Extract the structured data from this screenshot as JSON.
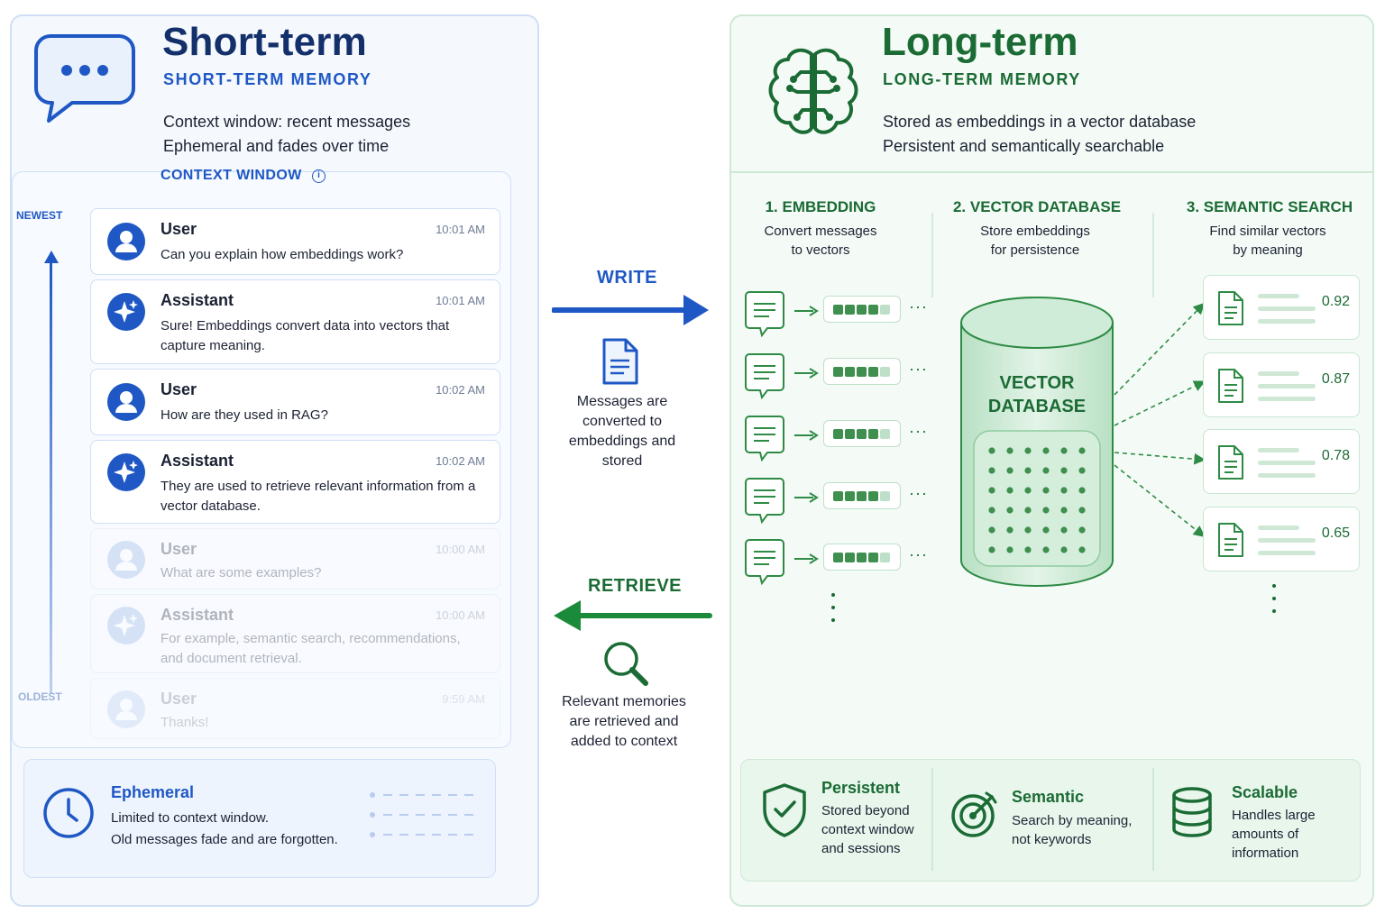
{
  "short_term": {
    "title": "Short-term",
    "subtitle": "SHORT-TERM MEMORY",
    "desc_1": "Context window: recent messages",
    "desc_2": "Ephemeral and fades over time",
    "context_label": "CONTEXT WINDOW",
    "axis_newest": "NEWEST",
    "axis_oldest": "OLDEST",
    "messages": [
      {
        "role": "User",
        "time": "10:01 AM",
        "text": "Can you explain how embeddings work?",
        "icon": "user-icon"
      },
      {
        "role": "Assistant",
        "time": "10:01 AM",
        "text": "Sure! Embeddings convert data into vectors that capture meaning.",
        "icon": "sparkle-icon"
      },
      {
        "role": "User",
        "time": "10:02 AM",
        "text": "How are they used in RAG?",
        "icon": "user-icon"
      },
      {
        "role": "Assistant",
        "time": "10:02 AM",
        "text": "They are used to retrieve relevant information from a vector database.",
        "icon": "sparkle-icon"
      },
      {
        "role": "User",
        "time": "10:00 AM",
        "text": "What are some examples?",
        "icon": "user-icon"
      },
      {
        "role": "Assistant",
        "time": "10:00 AM",
        "text": "For example, semantic search, recommendations, and document retrieval.",
        "icon": "sparkle-icon"
      },
      {
        "role": "User",
        "time": "9:59 AM",
        "text": "Thanks!",
        "icon": "user-icon"
      }
    ],
    "ephemeral": {
      "title": "Ephemeral",
      "line_1": "Limited to context window.",
      "line_2": "Old messages fade and are forgotten."
    }
  },
  "middle": {
    "write_label": "WRITE",
    "write_text_1": "Messages are",
    "write_text_2": "converted to",
    "write_text_3": "embeddings and",
    "write_text_4": "stored",
    "retrieve_label": "RETRIEVE",
    "retrieve_text_1": "Relevant memories",
    "retrieve_text_2": "are retrieved and",
    "retrieve_text_3": "added to context"
  },
  "long_term": {
    "title": "Long-term",
    "subtitle": "LONG-TERM MEMORY",
    "desc_1": "Stored as embeddings in a vector database",
    "desc_2": "Persistent and semantically searchable",
    "steps": [
      {
        "title": "1. EMBEDDING",
        "desc_1": "Convert messages",
        "desc_2": "to vectors"
      },
      {
        "title": "2. VECTOR DATABASE",
        "desc_1": "Store embeddings",
        "desc_2": "for persistence"
      },
      {
        "title": "3. SEMANTIC SEARCH",
        "desc_1": "Find similar vectors",
        "desc_2": "by meaning"
      }
    ],
    "db_label_1": "VECTOR",
    "db_label_2": "DATABASE",
    "scores": [
      "0.92",
      "0.87",
      "0.78",
      "0.65"
    ],
    "benefits": [
      {
        "title": "Persistent",
        "l1": "Stored beyond",
        "l2": "context window",
        "l3": "and sessions",
        "icon": "shield-check-icon"
      },
      {
        "title": "Semantic",
        "l1": "Search by meaning,",
        "l2": "not keywords",
        "l3": "",
        "icon": "target-icon"
      },
      {
        "title": "Scalable",
        "l1": "Handles large",
        "l2": "amounts of",
        "l3": "information",
        "icon": "database-icon"
      }
    ]
  },
  "colors": {
    "blue": "#1f58c4",
    "navy": "#14306b",
    "green": "#1b6b35",
    "green_mid": "#2e8b45"
  }
}
